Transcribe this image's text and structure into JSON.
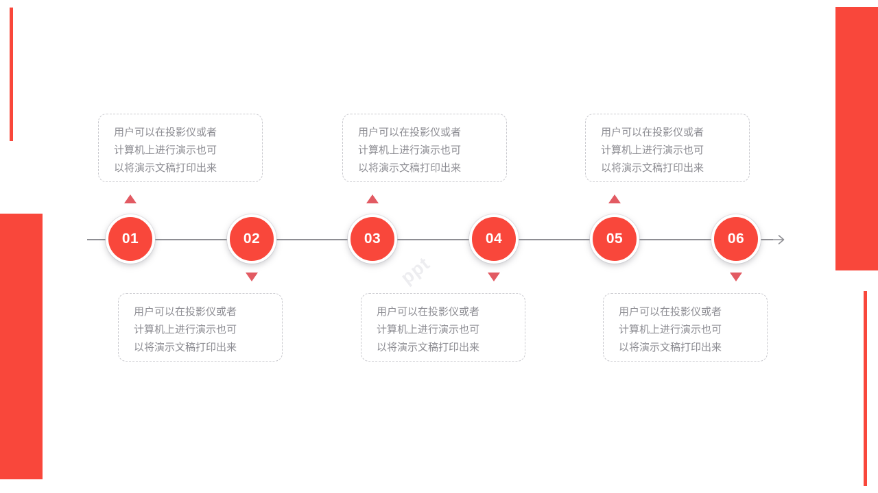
{
  "slide": {
    "background_color": "#ffffff",
    "accent_color": "#f9473b",
    "rail_color": "#8e8e93",
    "note_border_color": "#c9c9ce",
    "note_text_color": "#8d8d93",
    "marker_color": "#e25a62",
    "watermark_text": "ppt"
  },
  "timeline": {
    "nodes": [
      {
        "label": "01",
        "note_position": "top"
      },
      {
        "label": "02",
        "note_position": "bottom"
      },
      {
        "label": "03",
        "note_position": "top"
      },
      {
        "label": "04",
        "note_position": "bottom"
      },
      {
        "label": "05",
        "note_position": "top"
      },
      {
        "label": "06",
        "note_position": "bottom"
      }
    ],
    "arrow_icon": "arrow-right-icon"
  },
  "notes": {
    "top": [
      {
        "line1": "用户可以在投影仪或者",
        "line2": "计算机上进行演示也可",
        "line3": "以将演示文稿打印出来"
      },
      {
        "line1": "用户可以在投影仪或者",
        "line2": "计算机上进行演示也可",
        "line3": "以将演示文稿打印出来"
      },
      {
        "line1": "用户可以在投影仪或者",
        "line2": "计算机上进行演示也可",
        "line3": "以将演示文稿打印出来"
      }
    ],
    "bottom": [
      {
        "line1": "用户可以在投影仪或者",
        "line2": "计算机上进行演示也可",
        "line3": "以将演示文稿打印出来"
      },
      {
        "line1": "用户可以在投影仪或者",
        "line2": "计算机上进行演示也可",
        "line3": "以将演示文稿打印出来"
      },
      {
        "line1": "用户可以在投影仪或者",
        "line2": "计算机上进行演示也可",
        "line3": "以将演示文稿打印出来"
      }
    ]
  }
}
